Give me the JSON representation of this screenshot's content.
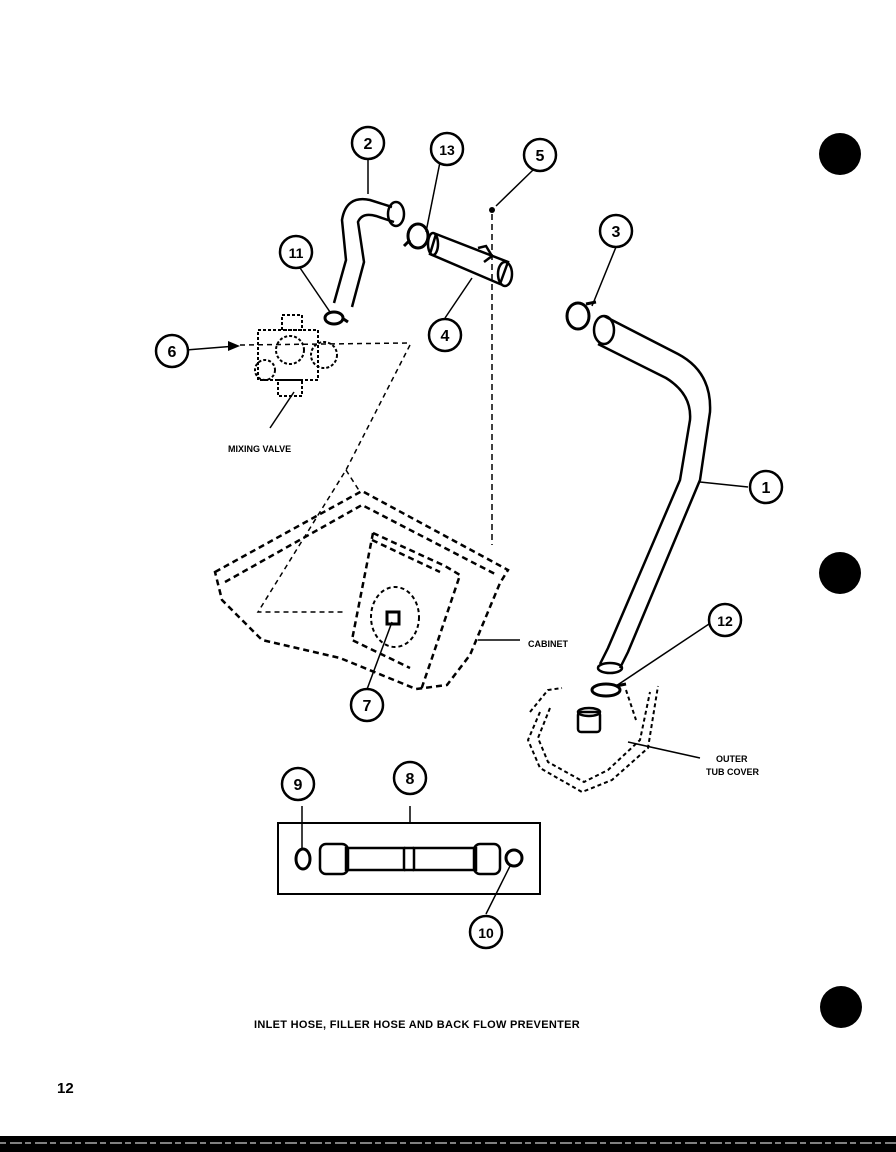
{
  "callouts": [
    {
      "id": "c1",
      "text": "1"
    },
    {
      "id": "c2",
      "text": "2"
    },
    {
      "id": "c3",
      "text": "3"
    },
    {
      "id": "c4",
      "text": "4"
    },
    {
      "id": "c5",
      "text": "5"
    },
    {
      "id": "c6",
      "text": "6"
    },
    {
      "id": "c7",
      "text": "7"
    },
    {
      "id": "c8",
      "text": "8"
    },
    {
      "id": "c9",
      "text": "9"
    },
    {
      "id": "c10",
      "text": "10"
    },
    {
      "id": "c11",
      "text": "11"
    },
    {
      "id": "c12",
      "text": "12"
    },
    {
      "id": "c13",
      "text": "13"
    }
  ],
  "labels": {
    "mixing_valve": "MIXING VALVE",
    "cabinet": "CABINET",
    "outer_tub_cover_line1": "OUTER",
    "outer_tub_cover_line2": "TUB COVER"
  },
  "caption": "INLET HOSE, FILLER HOSE AND BACK FLOW PREVENTER",
  "page_number": "12",
  "colors": {
    "ink": "#000000",
    "paper": "#ffffff"
  }
}
